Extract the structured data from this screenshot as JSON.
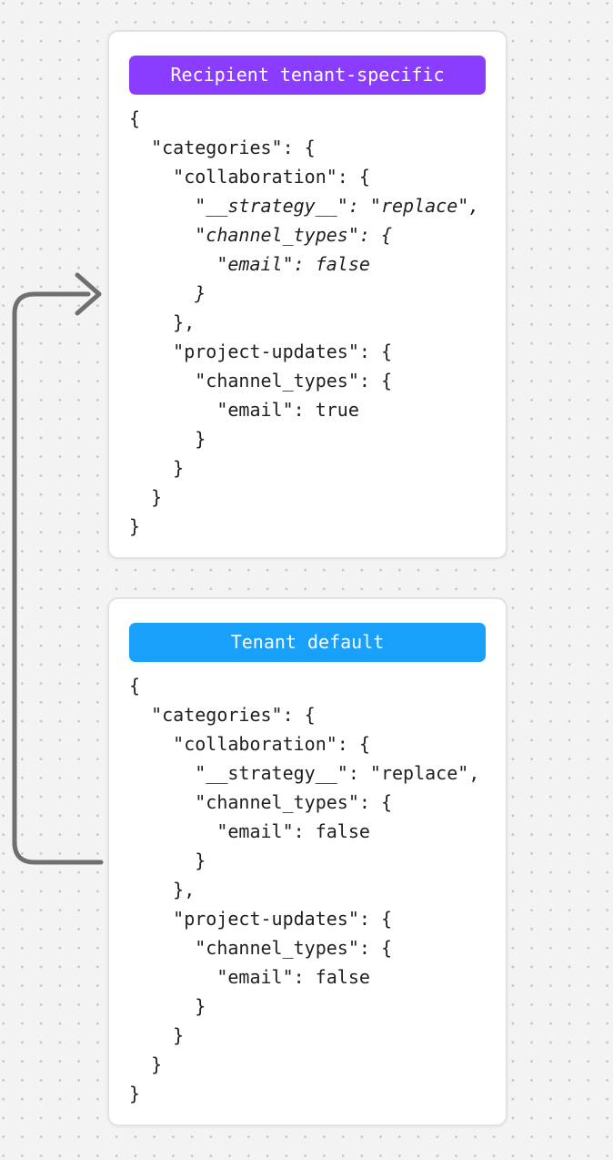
{
  "page": {
    "background_color": "#f3f3f3",
    "dot_color": "#c3c3c3"
  },
  "arrow": {
    "color": "#6f6f6f"
  },
  "cards": [
    {
      "badge": {
        "label": "Recipient tenant-specific",
        "color": "#8b3dff",
        "text_color": "#ffffff"
      },
      "code": [
        {
          "t": "{",
          "em": false
        },
        {
          "t": "  \"categories\": {",
          "em": false
        },
        {
          "t": "    \"collaboration\": {",
          "em": false
        },
        {
          "t": "      \"__strategy__\": \"replace\",",
          "em": true
        },
        {
          "t": "      \"channel_types\": {",
          "em": true
        },
        {
          "t": "        \"email\": false",
          "em": true
        },
        {
          "t": "      }",
          "em": true
        },
        {
          "t": "    },",
          "em": false
        },
        {
          "t": "    \"project-updates\": {",
          "em": false
        },
        {
          "t": "      \"channel_types\": {",
          "em": false
        },
        {
          "t": "        \"email\": true",
          "em": false
        },
        {
          "t": "      }",
          "em": false
        },
        {
          "t": "    }",
          "em": false
        },
        {
          "t": "  }",
          "em": false
        },
        {
          "t": "}",
          "em": false
        }
      ]
    },
    {
      "badge": {
        "label": "Tenant default",
        "color": "#18a0fb",
        "text_color": "#ffffff"
      },
      "code": [
        {
          "t": "{",
          "em": false
        },
        {
          "t": "  \"categories\": {",
          "em": false
        },
        {
          "t": "    \"collaboration\": {",
          "em": false
        },
        {
          "t": "      \"__strategy__\": \"replace\",",
          "em": false
        },
        {
          "t": "      \"channel_types\": {",
          "em": false
        },
        {
          "t": "        \"email\": false",
          "em": false
        },
        {
          "t": "      }",
          "em": false
        },
        {
          "t": "    },",
          "em": false
        },
        {
          "t": "    \"project-updates\": {",
          "em": false
        },
        {
          "t": "      \"channel_types\": {",
          "em": false
        },
        {
          "t": "        \"email\": false",
          "em": false
        },
        {
          "t": "      }",
          "em": false
        },
        {
          "t": "    }",
          "em": false
        },
        {
          "t": "  }",
          "em": false
        },
        {
          "t": "}",
          "em": false
        }
      ]
    }
  ]
}
